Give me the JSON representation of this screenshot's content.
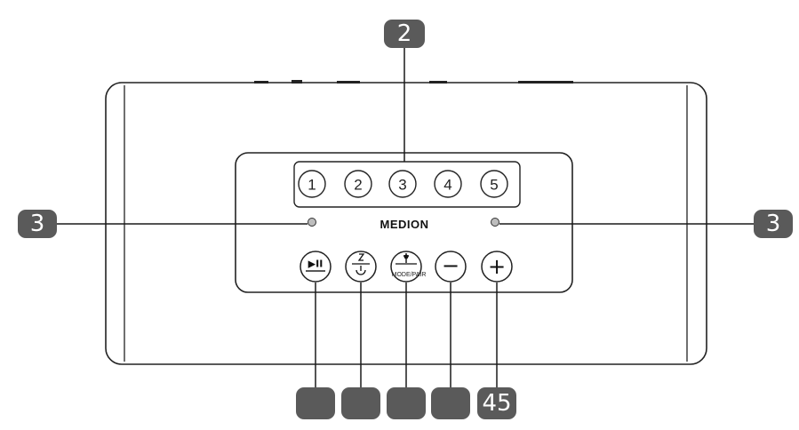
{
  "device": {
    "brand": "MEDION",
    "presets": [
      "1",
      "2",
      "3",
      "4",
      "5"
    ],
    "controls": {
      "play_pause_glyph": "▶II",
      "mode_pair_label": "MODE/PAIR",
      "volume_down_glyph": "−",
      "volume_up_glyph": "+"
    }
  },
  "callouts": {
    "top": "2",
    "left": "3",
    "right": "3",
    "bottom": [
      "",
      "",
      "",
      "",
      "45"
    ]
  },
  "colors": {
    "callout": "#5a5a5a",
    "line": "#1a1a1a",
    "led": "#bdbdbd"
  },
  "icons": {
    "play_pause": "play-pause-icon",
    "alarm_power": "alarm-power-icon",
    "mode_pair": "mode-pair-icon",
    "volume_down": "volume-down-icon",
    "volume_up": "volume-up-icon"
  }
}
